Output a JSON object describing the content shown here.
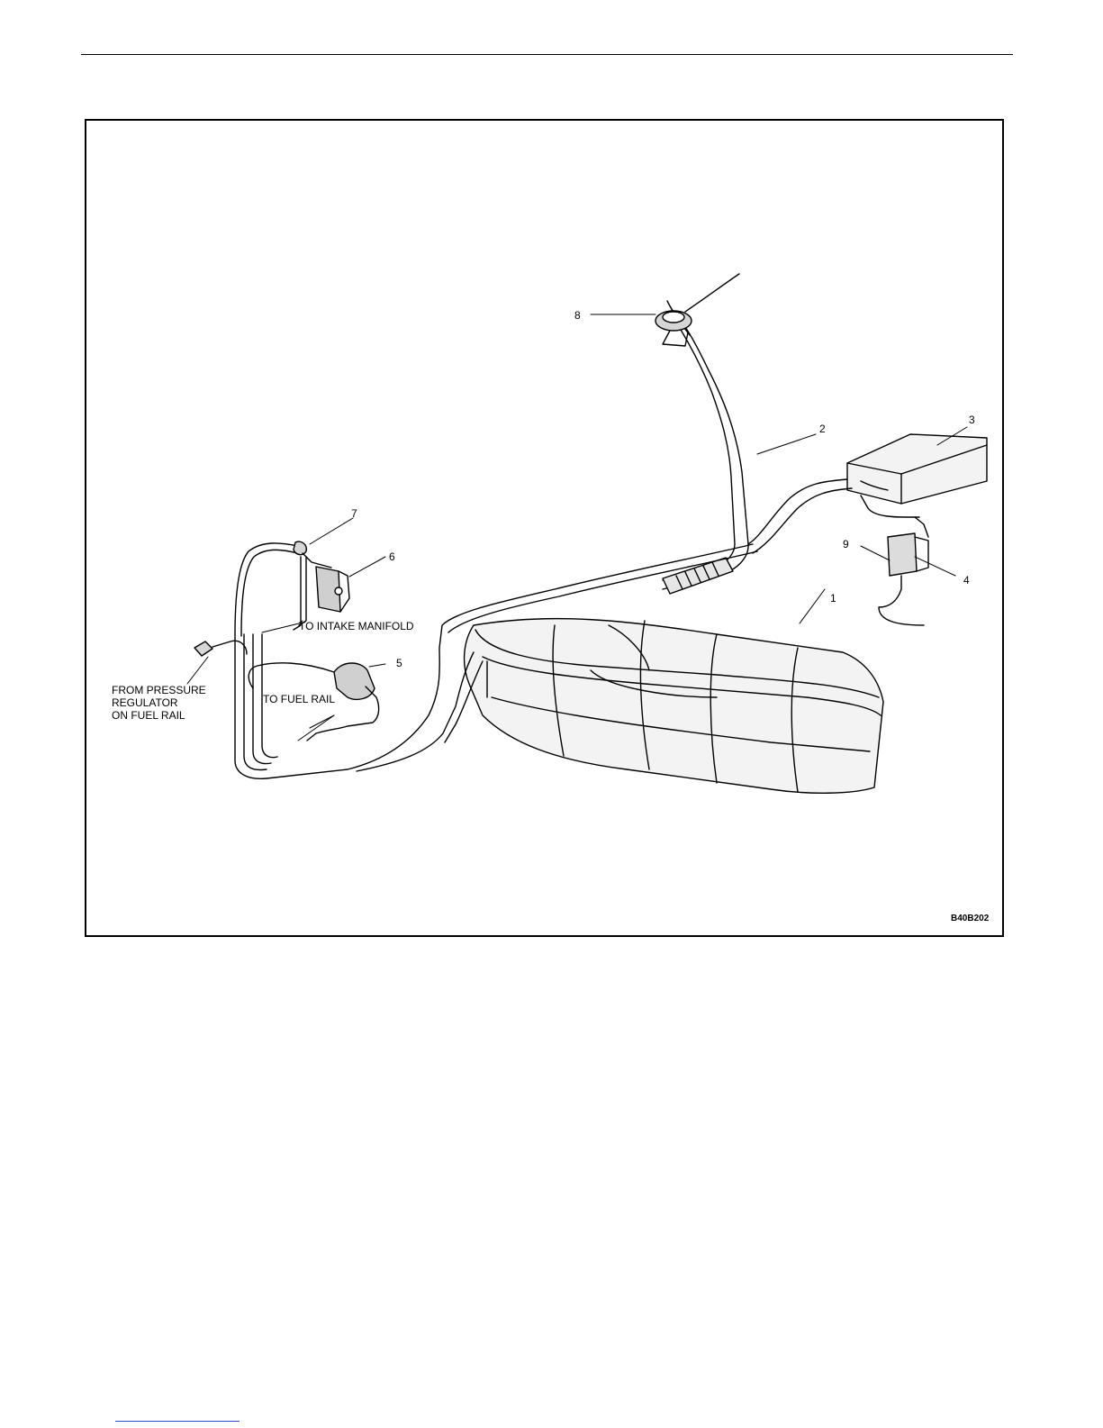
{
  "diagram": {
    "callouts": [
      "1",
      "2",
      "3",
      "4",
      "5",
      "6",
      "7",
      "8",
      "9"
    ],
    "notes": {
      "from_pressure_regulator": [
        "FROM PRESSURE",
        "REGULATOR",
        "ON FUEL RAIL"
      ],
      "to_intake_manifold": "TO INTAKE MANIFOLD",
      "to_fuel_rail": "TO FUEL RAIL"
    },
    "figure_ref": "B40B202"
  }
}
